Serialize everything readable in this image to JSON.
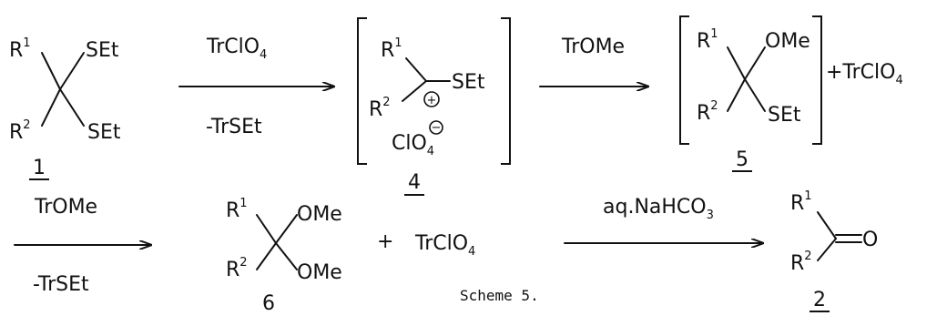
{
  "groups": {
    "r1": "R",
    "r1_sup": "1",
    "r2": "R",
    "r2_sup": "2",
    "set": "SEt",
    "ome": "OMe",
    "clo4": "ClO",
    "clo4_sub": "4",
    "o": "O"
  },
  "compounds": {
    "c1": "1",
    "c4": "4",
    "c5": "5",
    "c6": "6",
    "c2": "2"
  },
  "reagents": {
    "trclo4_above": "TrClO",
    "trclo4_sub": "4",
    "minus_trset_1": "-TrSEt",
    "tr_ome_1": "TrOMe",
    "plus_trclo4": "+TrClO",
    "plus_trclo4_sub": "4",
    "tr_ome_2": "TrOMe",
    "minus_trset_2": "-TrSEt",
    "plus": "+",
    "trclo4_bottom": "TrClO",
    "trclo4_bottom_sub": "4",
    "naHCO3": "aq.NaHCO",
    "naHCO3_sub": "3"
  },
  "charges": {
    "plus": "+",
    "minus": "−"
  },
  "caption": "Scheme 5."
}
